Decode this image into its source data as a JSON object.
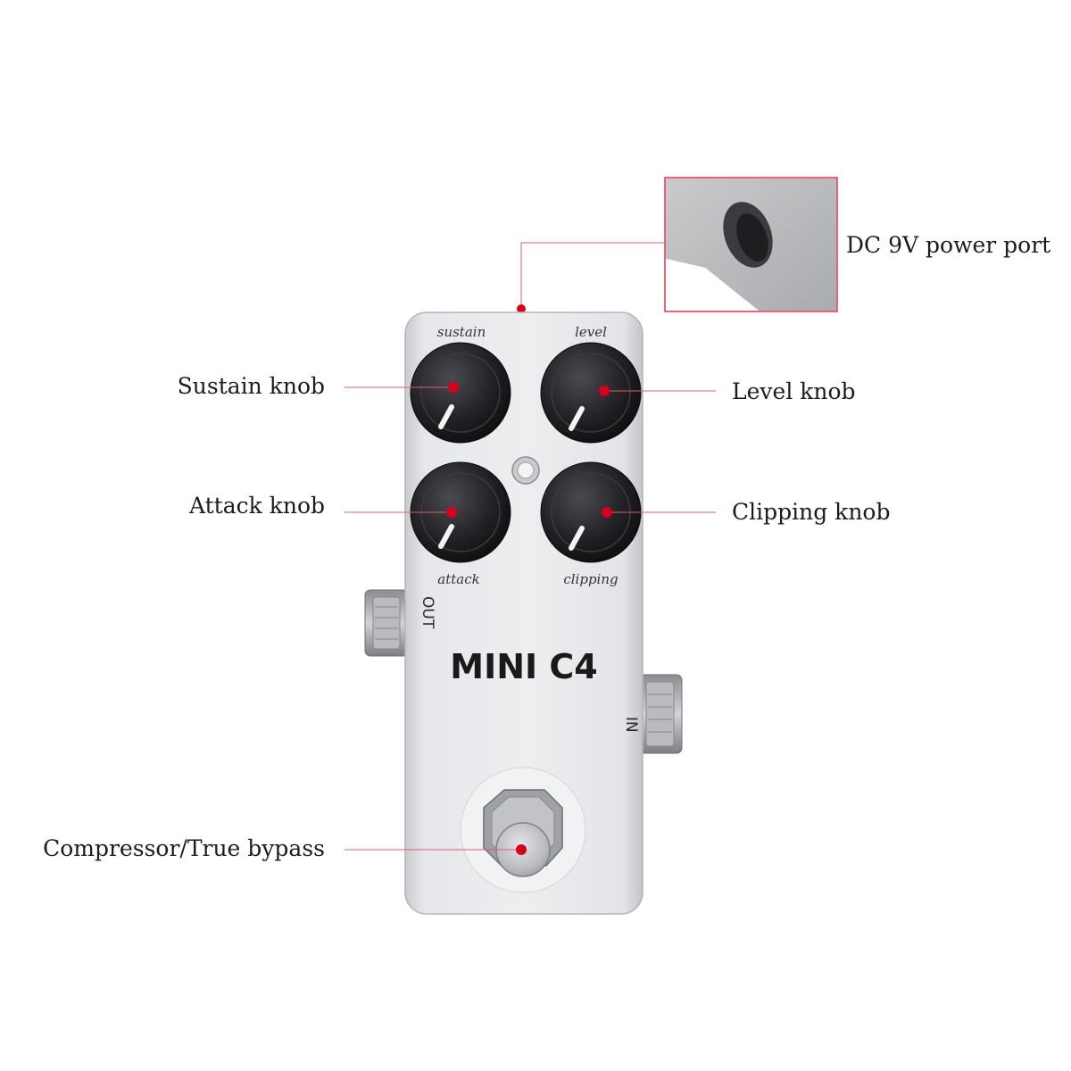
{
  "callouts": {
    "sustain": "Sustain knob",
    "level": "Level knob",
    "attack": "Attack knob",
    "clipping": "Clipping knob",
    "bypass": "Compressor/True bypass",
    "power": "DC 9V power port"
  },
  "pedal": {
    "brand": "MINI C4",
    "knob_labels": {
      "sustain": "sustain",
      "level": "level",
      "attack": "attack",
      "clipping": "clipping"
    },
    "jacks": {
      "out": "OUT",
      "in": "IN"
    }
  },
  "colors": {
    "accent": "#d6001c",
    "leader": "#d86070",
    "body": "#dfe1e4",
    "knob": "#1e1e22"
  }
}
